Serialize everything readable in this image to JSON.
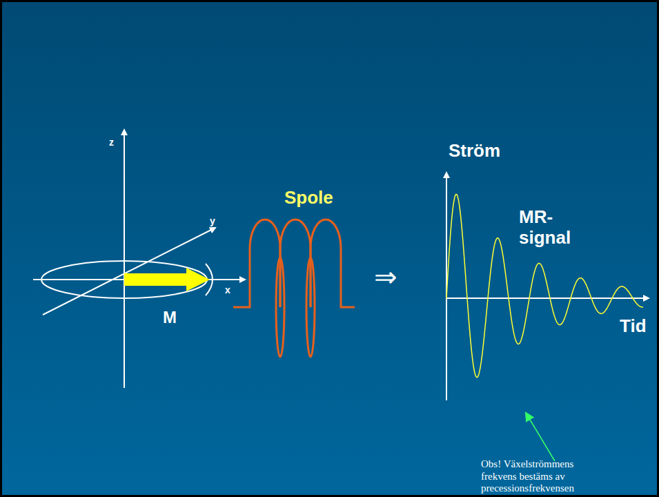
{
  "diagram": {
    "labels": [
      "z",
      "y",
      "x",
      "M",
      "Spole",
      "⇒",
      "Ström",
      "MR- signal",
      "Tid",
      "Obs! Växelströmmens frekvens bestäms av precessionsfrekvensen"
    ]
  }
}
